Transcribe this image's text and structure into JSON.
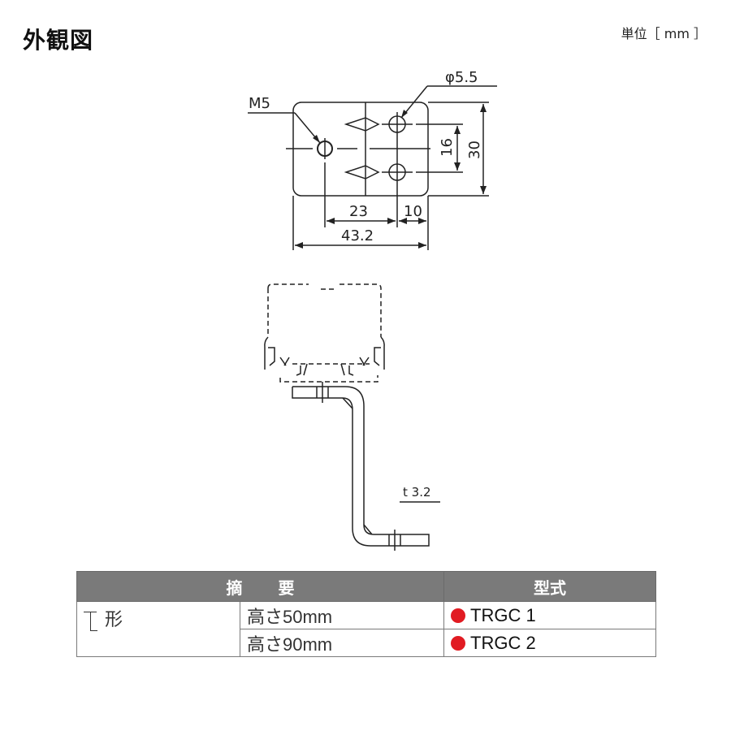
{
  "header": {
    "title": "外観図",
    "unit_label": "単位［ mm ］"
  },
  "top_view": {
    "labels": {
      "thread": "M5",
      "hole_diameter": "φ5.5",
      "pitch_vertical": "16",
      "height": "30",
      "offset_a": "23",
      "offset_b": "10",
      "total_width": "43.2"
    }
  },
  "side_view": {
    "thickness_label": "t 3.2"
  },
  "table": {
    "headers": {
      "summary_a": "摘",
      "summary_b": "要",
      "model": "型式"
    },
    "shape_label": "形",
    "rows": [
      {
        "height": "高さ50mm",
        "model": "TRGC 1"
      },
      {
        "height": "高さ90mm",
        "model": "TRGC 2"
      }
    ],
    "colors": {
      "header_bg": "#7a7a7a",
      "dot": "#e11b22"
    }
  }
}
